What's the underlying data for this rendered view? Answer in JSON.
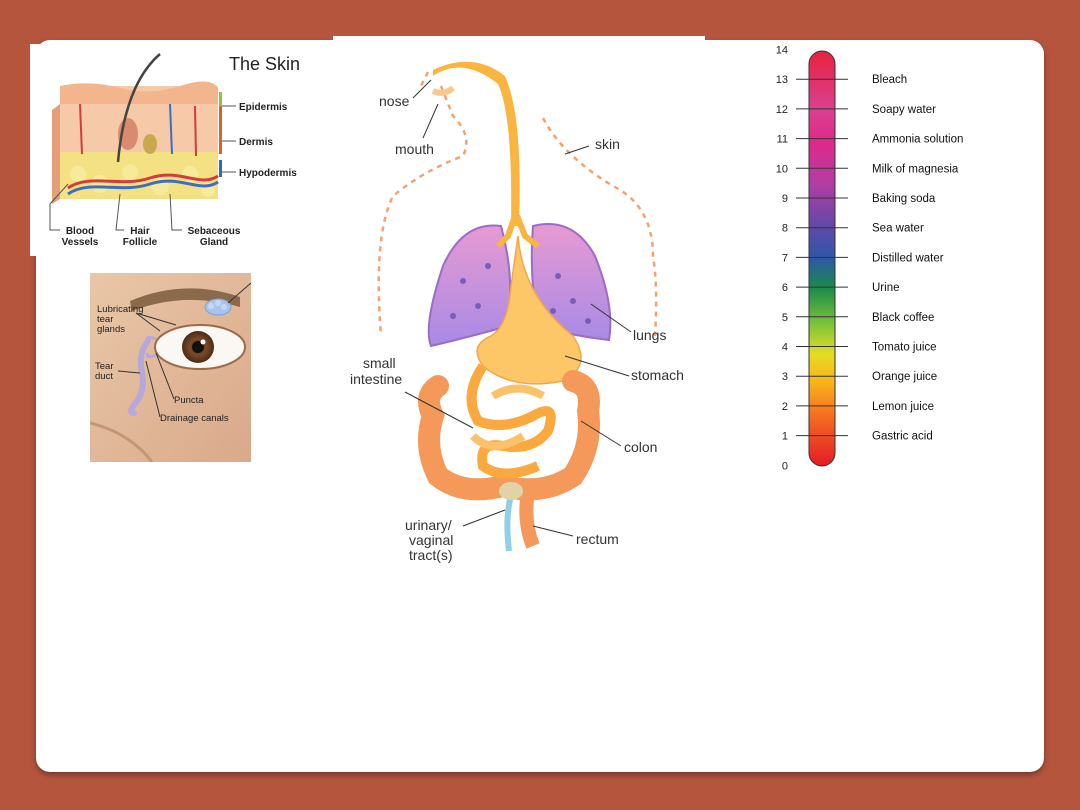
{
  "skin": {
    "title": "The Skin",
    "layers": [
      "Epidermis",
      "Dermis",
      "Hypodermis"
    ],
    "bottom_labels": [
      {
        "line1": "Blood",
        "line2": "Vessels"
      },
      {
        "line1": "Hair",
        "line2": "Follicle"
      },
      {
        "line1": "Sebaceous",
        "line2": "Gland"
      }
    ],
    "layer_colors": [
      "#8cc63f",
      "#d9622b",
      "#2a6fb5"
    ]
  },
  "eye": {
    "labels": {
      "lubricating_1": "Lubricating",
      "lubricating_2": "tear",
      "lubricating_3": "glands",
      "tear_1": "Tear",
      "tear_2": "duct",
      "puncta": "Puncta",
      "drainage": "Drainage canals"
    }
  },
  "body": {
    "labels": {
      "nose": "nose",
      "mouth": "mouth",
      "skin": "skin",
      "lungs": "lungs",
      "small_1": "small",
      "small_2": "intestine",
      "stomach": "stomach",
      "colon": "colon",
      "urinary_1": "urinary/",
      "urinary_2": "vaginal",
      "urinary_3": "tract(s)",
      "rectum": "rectum"
    }
  },
  "ph_scale": {
    "ticks": [
      "14",
      "13",
      "12",
      "11",
      "10",
      "9",
      "8",
      "7",
      "6",
      "5",
      "4",
      "3",
      "2",
      "1",
      "0"
    ],
    "substances": [
      {
        "ph": 13,
        "name": "Bleach"
      },
      {
        "ph": 12,
        "name": "Soapy water"
      },
      {
        "ph": 11,
        "name": "Ammonia solution"
      },
      {
        "ph": 10,
        "name": "Milk of magnesia"
      },
      {
        "ph": 9,
        "name": "Baking soda"
      },
      {
        "ph": 8,
        "name": "Sea water"
      },
      {
        "ph": 7,
        "name": "Distilled water"
      },
      {
        "ph": 6,
        "name": "Urine"
      },
      {
        "ph": 5,
        "name": "Black coffee"
      },
      {
        "ph": 4,
        "name": "Tomato juice"
      },
      {
        "ph": 3,
        "name": "Orange juice"
      },
      {
        "ph": 2,
        "name": "Lemon juice"
      },
      {
        "ph": 1,
        "name": "Gastric acid"
      }
    ]
  }
}
